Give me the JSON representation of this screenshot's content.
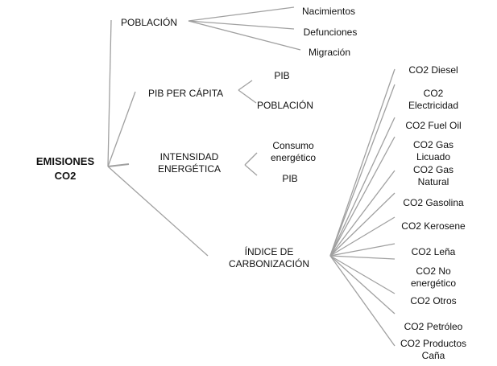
{
  "root": {
    "line1": "EMISIONES",
    "line2": "CO2"
  },
  "factors": {
    "poblacion": {
      "label": "POBLACIÓN",
      "children": [
        "Nacimientos",
        "Defunciones",
        "Migración"
      ]
    },
    "pib_per_capita": {
      "label": "PIB PER CÁPITA",
      "children": [
        "PIB",
        "POBLACIÓN"
      ]
    },
    "intensidad": {
      "line1": "INTENSIDAD",
      "line2": "ENERGÉTICA",
      "child1_line1": "Consumo",
      "child1_line2": "energético",
      "child2": "PIB"
    },
    "carbonizacion": {
      "line1": "ÍNDICE DE",
      "line2": "CARBONIZACIÓN",
      "children": [
        {
          "line1": "CO2 Diesel"
        },
        {
          "line1": "CO2",
          "line2": "Electricidad"
        },
        {
          "line1": "CO2 Fuel Oil"
        },
        {
          "line1": "CO2 Gas",
          "line2": "Licuado"
        },
        {
          "line1": "CO2 Gas",
          "line2": "Natural"
        },
        {
          "line1": "CO2 Gasolina"
        },
        {
          "line1": "CO2 Kerosene"
        },
        {
          "line1": "CO2 Leña"
        },
        {
          "line1": "CO2 No",
          "line2": "energético"
        },
        {
          "line1": "CO2 Otros"
        },
        {
          "line1": "CO2 Petróleo"
        },
        {
          "line1": "CO2 Productos",
          "line2": "Caña"
        }
      ]
    }
  },
  "colors": {
    "line": "#9a9a9a",
    "text": "#111111"
  }
}
